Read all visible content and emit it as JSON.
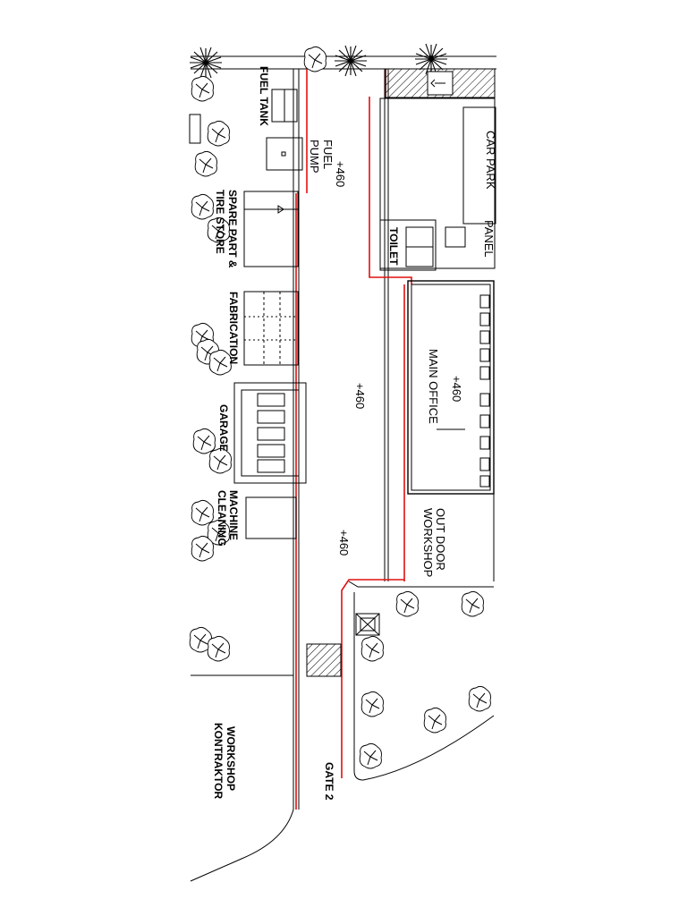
{
  "labels": {
    "fuel_tank": "FUEL TANK",
    "fuel_pump_1": "FUEL",
    "fuel_pump_2": "PUMP",
    "level_1": "+460",
    "spare_part_1": "SPARE PART &",
    "spare_part_2": "TIRE STORE",
    "fabrication": "FABRICATION",
    "level_2": "+460",
    "garage": "GARAGE",
    "machine_1": "MACHINE",
    "machine_2": "CLEANING",
    "level_3": "+460",
    "workshop_k_1": "WORKSHOP",
    "workshop_k_2": "KONTRAKTOR",
    "gate": "GATE 2",
    "toilet": "TOILET",
    "panel": "PANEL",
    "car_park": "CAR PARK",
    "main_office_level": "+460",
    "main_office": "MAIN OFFICE",
    "outdoor_1": "OUT DOOR",
    "outdoor_2": "WORKSHOP"
  },
  "colors": {
    "line": "#000000",
    "boundary": "#e01010",
    "background": "#ffffff"
  }
}
